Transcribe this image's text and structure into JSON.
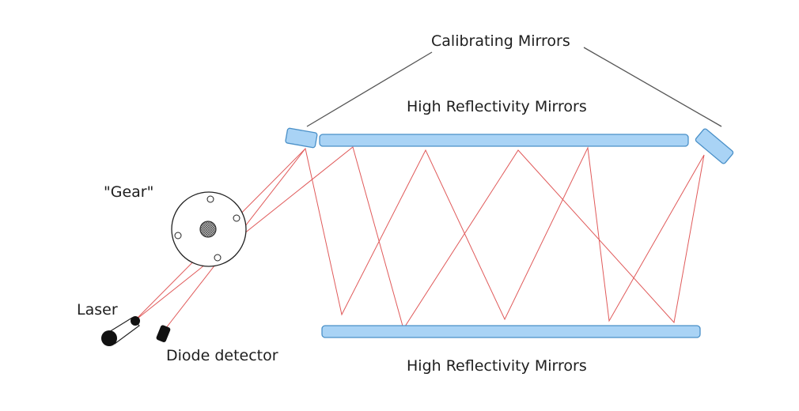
{
  "labels": {
    "calibrating_mirrors": "Calibrating Mirrors",
    "hr_mirrors_top": "High Reflectivity Mirrors",
    "hr_mirrors_bottom": "High Reflectivity Mirrors",
    "gear": "\"Gear\"",
    "laser": "Laser",
    "diode_detector": "Diode detector"
  },
  "colors": {
    "mirror_fill": "#a9d3f5",
    "mirror_stroke": "#4a90c8",
    "beam": "#e05a5a",
    "ink": "#1e1e1e",
    "device": "#111111"
  }
}
